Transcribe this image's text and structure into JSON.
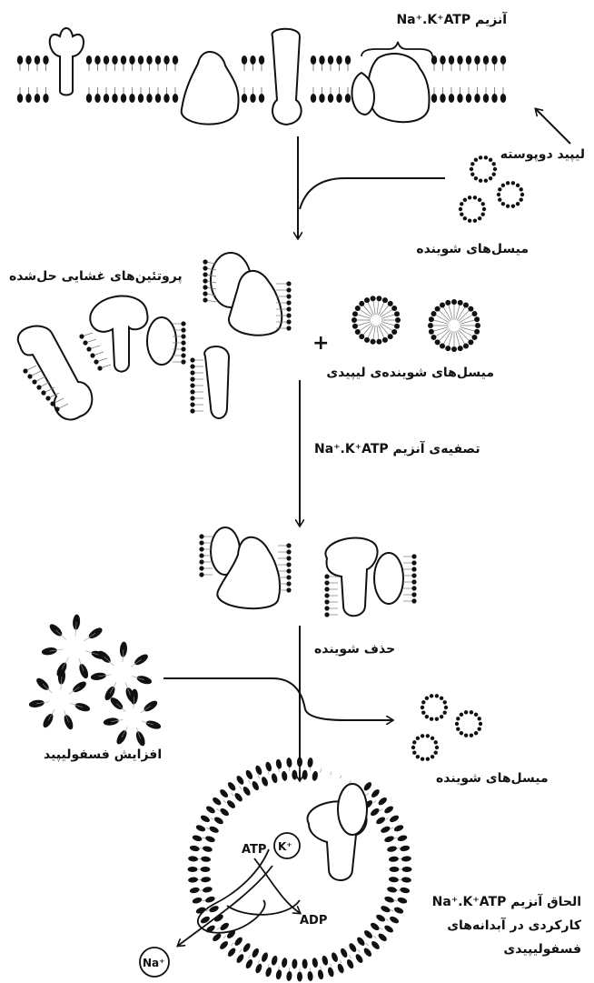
{
  "labels": {
    "enzyme_top": "آنزیم Na⁺.K⁺ATP",
    "lipid_bilayer": "لیپید دوپوسته",
    "detergent_micelles_1": "میسل‌های شوینده",
    "solubilized_proteins": "پروتئین‌های غشایی حل‌شده",
    "plus_sign": "+",
    "lipid_detergent_micelles": "میسل‌های شوینده‌ی لیپیدی",
    "purification": "تصفیه‌ی آنزیم Na⁺.K⁺ATP",
    "detergent_removal": "حذف شوینده",
    "add_phospholipid": "افزایش فسفولیپید",
    "detergent_micelles_2": "میسل‌های شوینده",
    "reconstitution_line1": "الحاق آنزیم Na⁺.K⁺ATP",
    "reconstitution_line2": "کارکردی در آبدانه‌های",
    "reconstitution_line3": "فسفولیپیدی"
  },
  "ions": {
    "atp": "ATP",
    "adp": "ADP",
    "k": "K⁺",
    "na": "Na⁺"
  },
  "colors": {
    "ink": "#111111",
    "background": "#ffffff"
  }
}
